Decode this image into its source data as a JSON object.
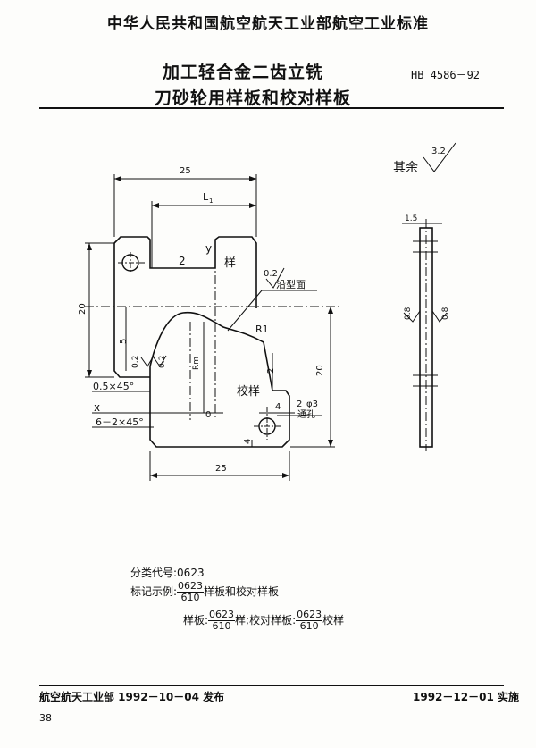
{
  "header": {
    "standard_body": "中华人民共和国航空航天工业部航空工业标准",
    "title_line1": "加工轻合金二齿立铣",
    "title_line2": "刀砂轮用样板和校对样板",
    "standard_no": "HB 4586－92"
  },
  "drawing": {
    "roughness_other_label": "其余",
    "roughness_other_value": "3.2",
    "dim_25_top": "25",
    "dim_L1": "L",
    "dim_L1_sub": "1",
    "dim_y": "y",
    "dim_2_a": "2",
    "label_template": "样",
    "roughness_profile_value": "0.2",
    "roughness_profile_label": "沿型面",
    "dim_20_left": "20",
    "dim_5": "5",
    "roughness_02_a": "0.2",
    "roughness_02_b": "0.2",
    "dim_Rm": "Rm",
    "dim_R1": "R1",
    "dim_2_b": "2",
    "dim_20_right": "20",
    "chamfer_1": "0.5×45°",
    "label_check_template": "校样",
    "axis_x": "x",
    "dim_0": "0",
    "dim_4_top": "4",
    "dim_2_c": "2",
    "hole_dim": "φ3",
    "hole_label": "通孔",
    "chamfer_2": "6－2×45°",
    "dim_4_left": "4",
    "dim_25_bottom": "25",
    "side_dim_15": "1.5",
    "side_roughness_1": "0.8",
    "side_roughness_2": "0.8"
  },
  "body": {
    "class_code_label": "分类代号:0623",
    "marking_label": "标记示例:",
    "marking_num": "0623",
    "marking_den": "610",
    "marking_suffix": "样板和校对样板",
    "template_label": "样板:",
    "template_num": "0623",
    "template_den": "610",
    "template_suffix": "样;校对样板:",
    "check_num": "0623",
    "check_den": "610",
    "check_suffix": "校样"
  },
  "footer": {
    "issuer": "航空航天工业部 1992－10－04 发布",
    "effective": "1992－12－01 实施",
    "page_number": "38"
  }
}
